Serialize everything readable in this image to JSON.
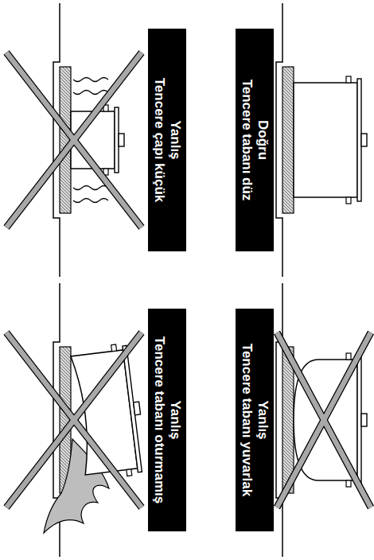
{
  "diagram": {
    "nodes": [
      {
        "text": [
          "Doğru",
          "Tencere tabanı düz"
        ]
      },
      {
        "text": [
          "Yanlış",
          "Tencere tabanı yuvarlak"
        ]
      },
      {
        "text": [
          "Yanlış",
          "Tencere çapı küçük"
        ]
      },
      {
        "text": [
          "Yanlış",
          "Tencere tabanı oturmamış"
        ]
      }
    ]
  }
}
